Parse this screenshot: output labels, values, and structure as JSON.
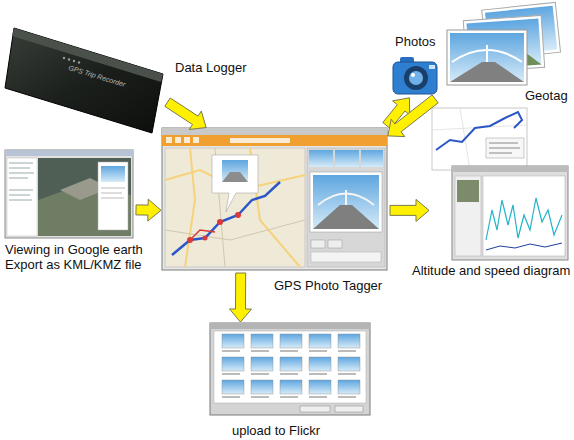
{
  "diagram": {
    "nodes": [
      {
        "text": [
          "Data Logger"
        ]
      },
      {
        "text": [
          "Photos"
        ]
      },
      {
        "text": [
          "Geotag"
        ]
      },
      {
        "text": [
          "Viewing in Google earth",
          "Export as KML/KMZ file"
        ]
      },
      {
        "text": [
          "GPS Photo Tagger"
        ]
      },
      {
        "text": [
          "Altitude and speed diagram"
        ]
      },
      {
        "text": [
          "upload to Flickr"
        ]
      }
    ],
    "edges": [
      {
        "from": 0,
        "to": 4,
        "arrow": "to"
      },
      {
        "from": 3,
        "to": 4,
        "arrow": "to"
      },
      {
        "from": 4,
        "to": 1,
        "arrow": "to"
      },
      {
        "from": 1,
        "to": 4,
        "arrow": "to"
      },
      {
        "from": 4,
        "to": 5,
        "arrow": "to"
      },
      {
        "from": 4,
        "to": 6,
        "arrow": "to"
      }
    ],
    "labels": [
      "GPS Trip Recorder"
    ]
  }
}
